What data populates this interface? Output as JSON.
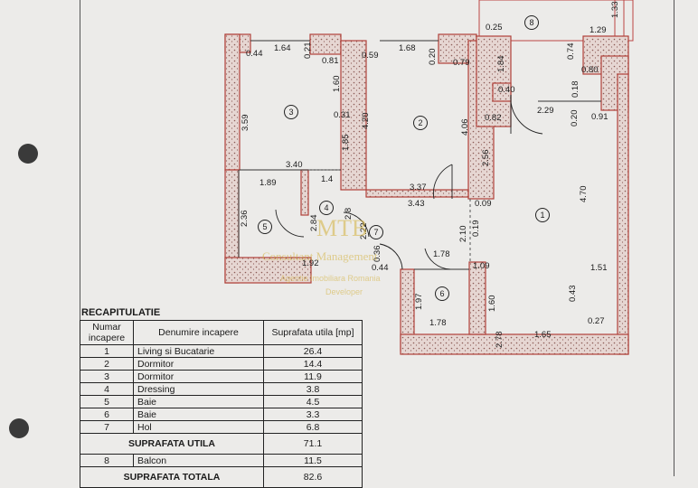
{
  "room_numbers": [
    "1",
    "2",
    "3",
    "4",
    "5",
    "6",
    "7",
    "8"
  ],
  "dimensions": [
    "1.64",
    "0.44",
    "0.21",
    "0.81",
    "0.59",
    "1.68",
    "0.20",
    "0.79",
    "0.25",
    "1.29",
    "1.33",
    "3.59",
    "1.60",
    "0.31",
    "4.20",
    "1.84",
    "0.74",
    "0.80",
    "0.40",
    "0.18",
    "2.29",
    "0.20",
    "0.82",
    "0.91",
    "4.06",
    "1.85",
    "2.56",
    "3.40",
    "1.89",
    "1.4",
    "3.37",
    "3.43",
    "0.09",
    "4.70",
    "2.36",
    "2.84",
    "2.8",
    "2.22",
    "1.78",
    "2.10",
    "1.92",
    "0.44",
    "1.09",
    "1.51",
    "0.36",
    "0.19",
    "1.97",
    "1.78",
    "1.60",
    "1.65",
    "0.27",
    "2.78",
    "0.43"
  ],
  "watermark": {
    "line1": "MTB",
    "line2": "Consultant Management",
    "line3": "Agentie Imobiliara Romania",
    "line4": "Developer"
  },
  "recap": {
    "title": "RECAPITULATIE",
    "headers": [
      "Numar incapere",
      "Denumire incapere",
      "Suprafata utila [mp]"
    ],
    "rows": [
      {
        "n": "1",
        "name": "Living si Bucatarie",
        "area": "26.4"
      },
      {
        "n": "2",
        "name": "Dormitor",
        "area": "14.4"
      },
      {
        "n": "3",
        "name": "Dormitor",
        "area": "11.9"
      },
      {
        "n": "4",
        "name": "Dressing",
        "area": "3.8"
      },
      {
        "n": "5",
        "name": "Baie",
        "area": "4.5"
      },
      {
        "n": "6",
        "name": "Baie",
        "area": "3.3"
      },
      {
        "n": "7",
        "name": "Hol",
        "area": "6.8"
      }
    ],
    "useful_label": "SUPRAFATA UTILA",
    "useful_value": "71.1",
    "balcony": {
      "n": "8",
      "name": "Balcon",
      "area": "11.5"
    },
    "total_label": "SUPRAFATA TOTALA",
    "total_value": "82.6"
  }
}
